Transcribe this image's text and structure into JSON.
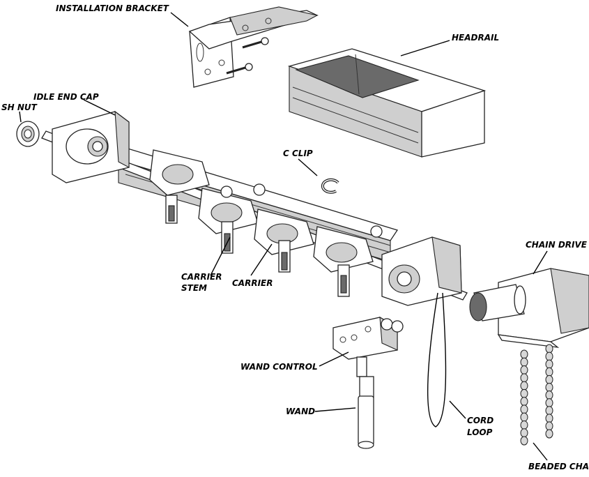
{
  "labels": {
    "installation_bracket": "INSTALLATION BRACKET",
    "headrail": "HEADRAIL",
    "idle_end_cap": "IDLE END CAP",
    "bush_nut": "SH NUT",
    "c_clip": "C CLIP",
    "chain_drive": "CHAIN DRIVE",
    "carrier_stem_1": "CARRIER",
    "carrier_stem_2": "STEM",
    "carrier": "CARRIER",
    "wand_control": "WAND CONTROL",
    "wand": "WAND",
    "cord_loop_1": "CORD",
    "cord_loop_2": "LOOP",
    "beaded_chain": "BEADED CHA"
  }
}
